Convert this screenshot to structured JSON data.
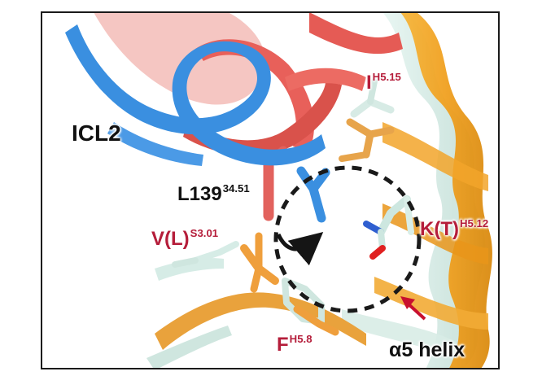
{
  "labels": {
    "icl2": "ICL2",
    "l139_base": "L139",
    "l139_sup": "34.51",
    "vl_base": "V(L)",
    "vl_sup": "S3.01",
    "i_base": "I",
    "i_sup": "H5.15",
    "kt_base": "K(T)",
    "kt_sup": "H5.12",
    "f_base": "F",
    "f_sup": "H5.8",
    "helix": "α5 helix"
  },
  "colors": {
    "frame": "#1a1a1a",
    "icl2_blue": "#3a8fe0",
    "loop_salmon": "#e8605a",
    "helix_orange": "#f0a020",
    "helix_mint": "#d4ece6",
    "sidechain_orange": "#e7a44b",
    "sidechain_mint": "#cde7e0",
    "label_red": "#b51d3a",
    "label_dark": "#111111",
    "arrow_red": "#c8102e"
  }
}
